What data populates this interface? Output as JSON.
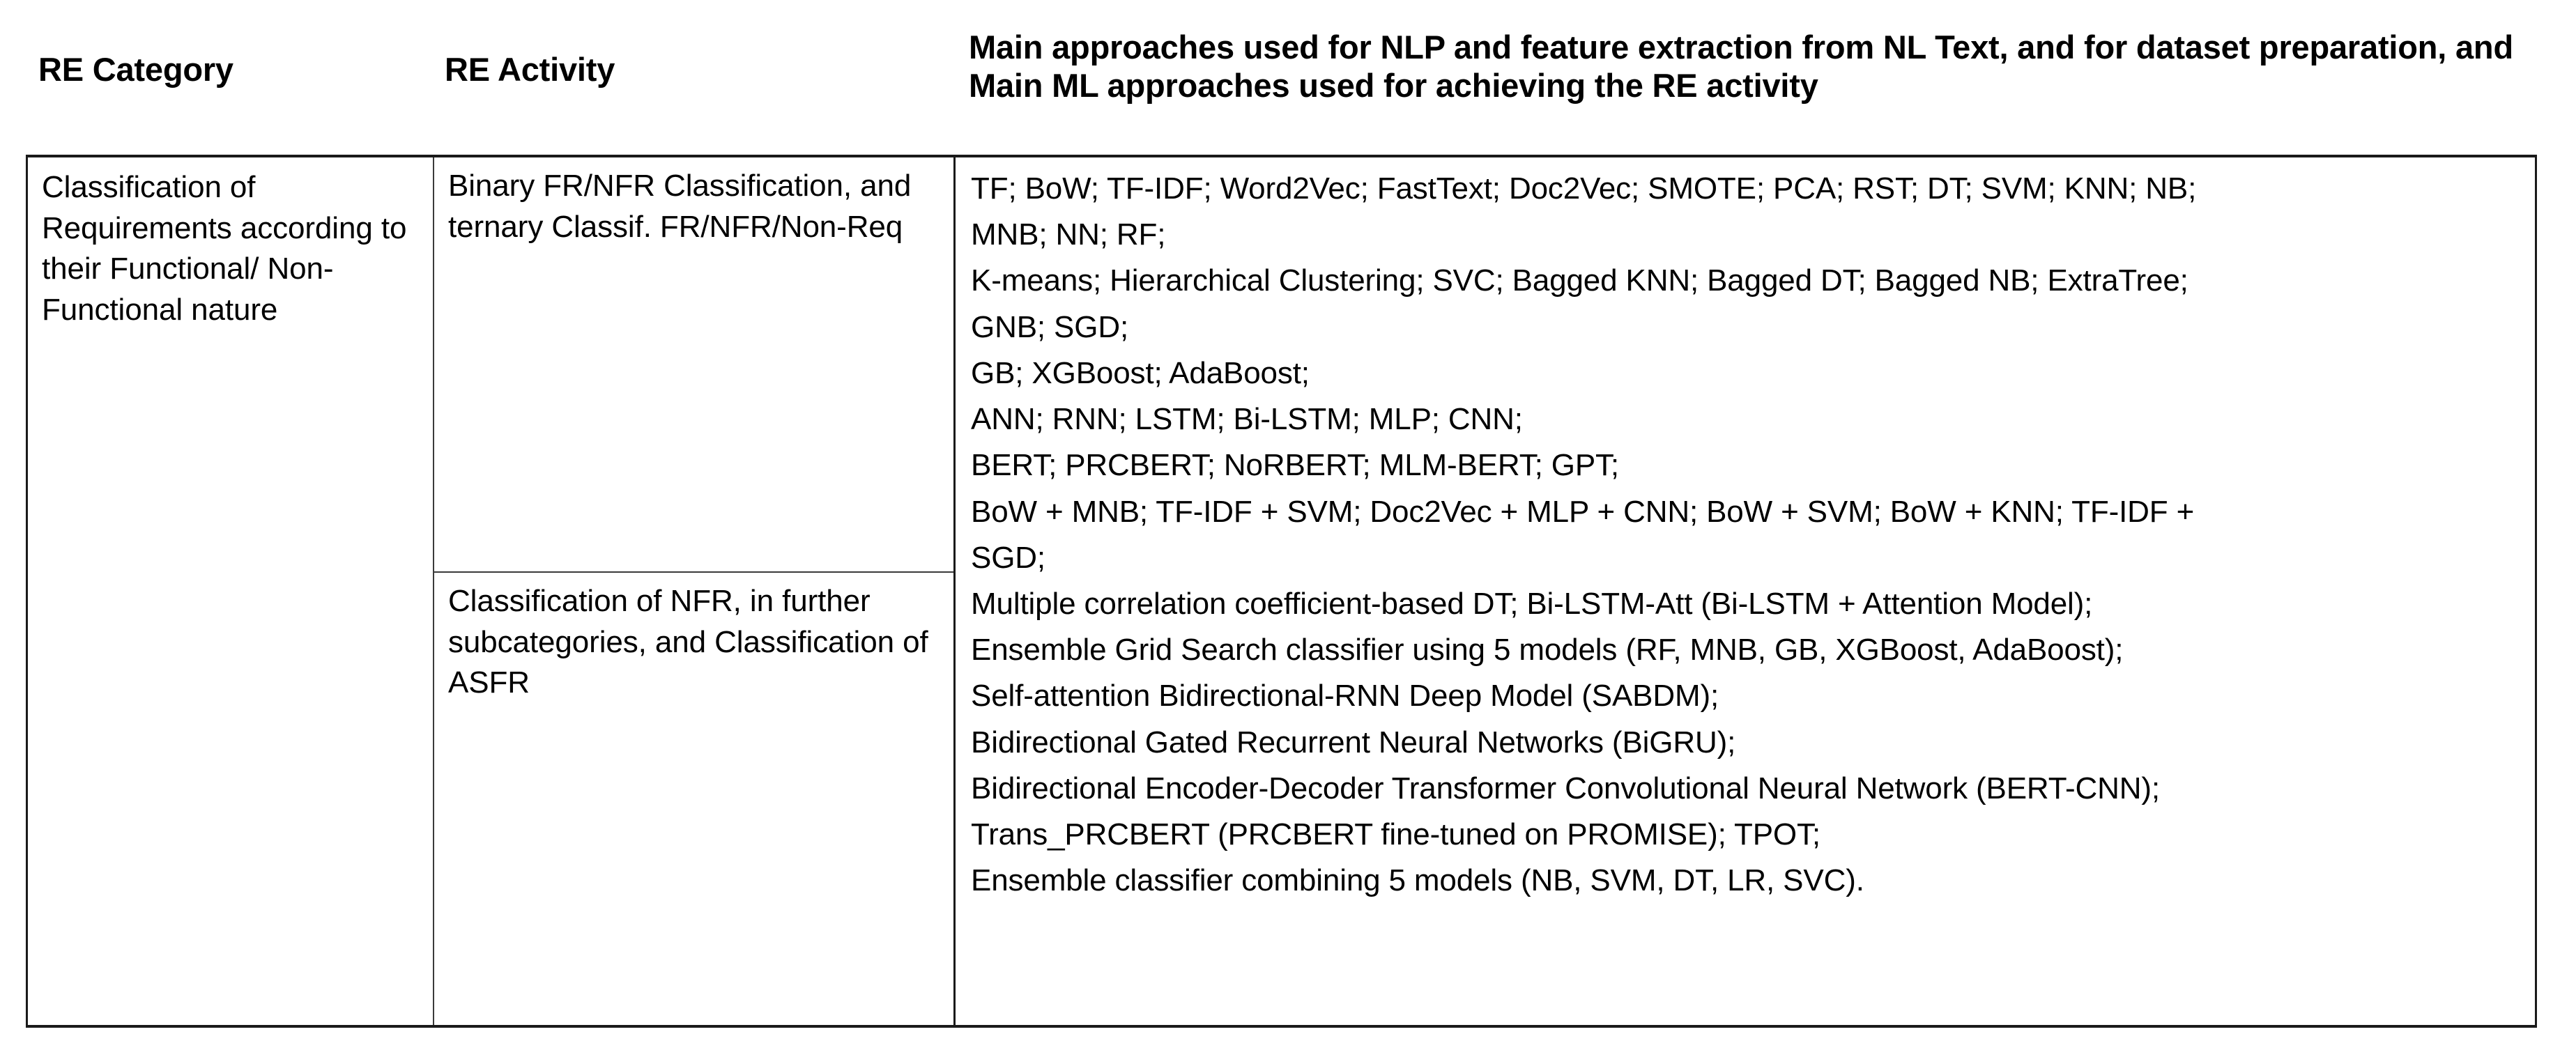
{
  "table": {
    "headers": {
      "category": "RE Category",
      "activity": "RE Activity",
      "main": "Main approaches used for NLP and feature extraction from NL Text, and for dataset preparation, and Main ML approaches used for achieving the RE activity"
    },
    "category_cell": "Classification of Requirements according to their Functional/ Non-Functional nature",
    "activity_cells": [
      "Binary FR/NFR Classification, and ternary Classif. FR/NFR/Non-Req",
      "Classification of NFR, in further subcategories, and Classification of ASFR"
    ],
    "main_lines": [
      "TF; BoW; TF-IDF; Word2Vec; FastText; Doc2Vec; SMOTE; PCA; RST; DT; SVM; KNN; NB;",
      "MNB; NN; RF;",
      "K-means; Hierarchical Clustering; SVC; Bagged KNN; Bagged DT; Bagged NB; ExtraTree;",
      "GNB; SGD;",
      "GB; XGBoost; AdaBoost;",
      "ANN; RNN; LSTM; Bi-LSTM; MLP; CNN;",
      "BERT; PRCBERT; NoRBERT; MLM-BERT; GPT;",
      "BoW + MNB; TF-IDF + SVM; Doc2Vec + MLP + CNN; BoW + SVM; BoW + KNN; TF-IDF +",
      "SGD;",
      "Multiple correlation coefficient-based DT; Bi-LSTM-Att (Bi-LSTM + Attention Model);",
      "Ensemble Grid Search classifier using 5 models (RF, MNB, GB, XGBoost, AdaBoost);",
      "Self-attention Bidirectional-RNN Deep Model (SABDM);",
      "Bidirectional Gated Recurrent Neural Networks (BiGRU);",
      "Bidirectional Encoder-Decoder Transformer Convolutional Neural Network (BERT-CNN);",
      "Trans_PRCBERT (PRCBERT fine-tuned on PROMISE);  TPOT;",
      "Ensemble classifier combining 5 models (NB, SVM, DT, LR, SVC)."
    ]
  },
  "colors": {
    "text": "#000000",
    "border_outer": "#1a1a1a",
    "border_inner": "#3a3a3a",
    "background": "#ffffff"
  }
}
